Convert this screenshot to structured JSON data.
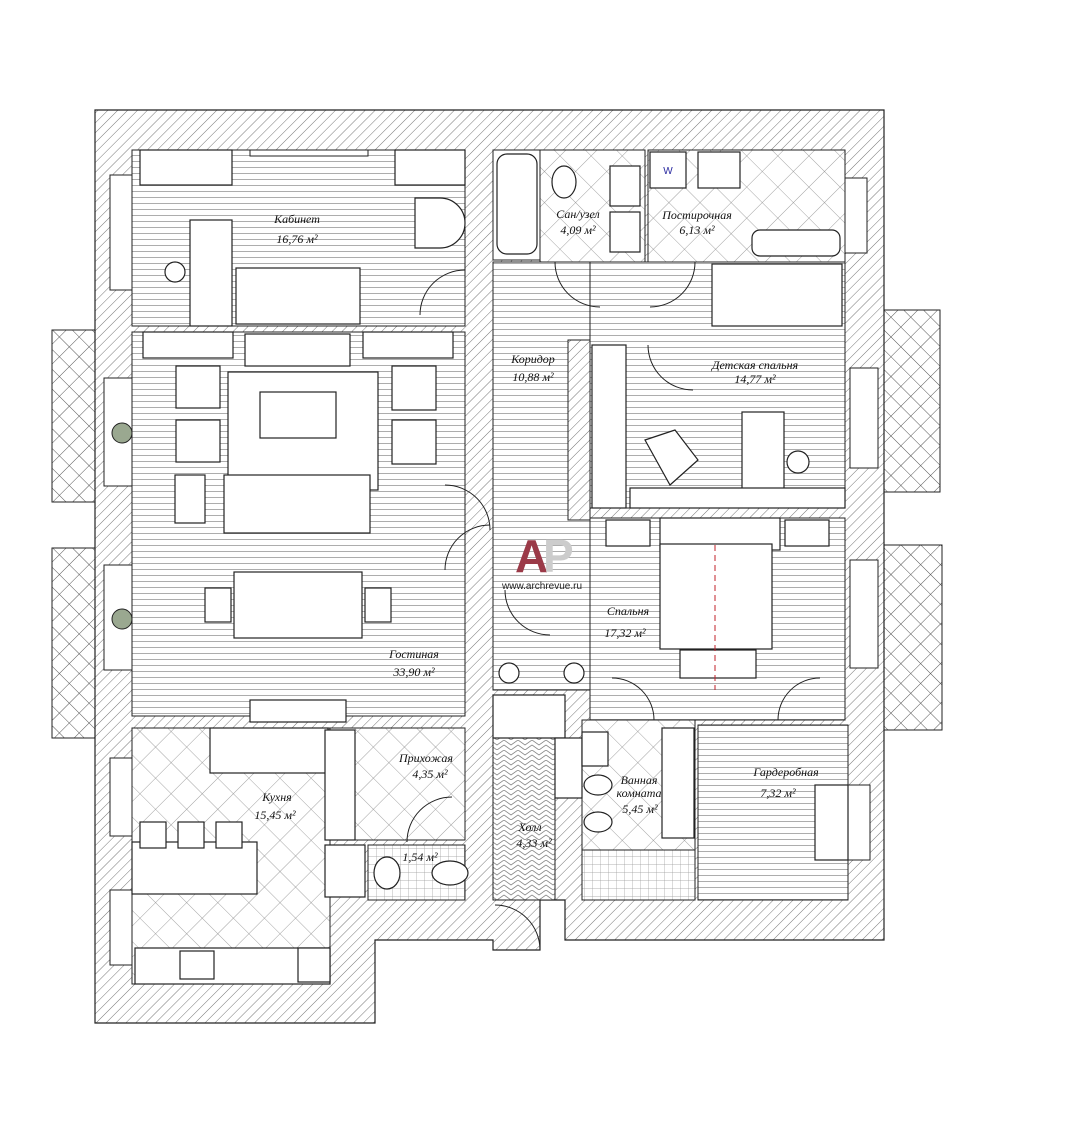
{
  "plan": {
    "rooms": [
      {
        "id": "kabinet",
        "name": "Кабинет",
        "area": "16,76 м²"
      },
      {
        "id": "sanuzel",
        "name": "Сан/узел",
        "area": "4,09 м²"
      },
      {
        "id": "postirochnaya",
        "name": "Постирочная",
        "area": "6,13 м²"
      },
      {
        "id": "koridor",
        "name": "Коридор",
        "area": "10,88 м²"
      },
      {
        "id": "detskaya",
        "name": "Детская спальня",
        "area": "14,77 м²"
      },
      {
        "id": "spalnya",
        "name": "Спальня",
        "area": "17,32 м²"
      },
      {
        "id": "gostinaya",
        "name": "Гостиная",
        "area": "33,90 м²"
      },
      {
        "id": "prihozhaya",
        "name": "Прихожая",
        "area": "4,35 м²"
      },
      {
        "id": "kuhnya",
        "name": "Кухня",
        "area": "15,45 м²"
      },
      {
        "id": "wc",
        "name": "",
        "area": "1,54 м²"
      },
      {
        "id": "holl",
        "name": "Холл",
        "area": "4,33 м²"
      },
      {
        "id": "vannaya",
        "name": "Ванная комната",
        "name_line1": "Ванная",
        "name_line2": "комната",
        "area": "5,45 м²"
      },
      {
        "id": "garderobnaya",
        "name": "Гардеробная",
        "area": "7,32 м²"
      }
    ],
    "washer_label": "W",
    "watermark": {
      "logo": "AP",
      "url": "www.archrevue.ru"
    },
    "colors": {
      "wall": "#222222",
      "logo_a": "#9b3a48",
      "logo_p": "#cccccc",
      "washer": "#2a2aa0",
      "axis": "#c0202a"
    }
  }
}
